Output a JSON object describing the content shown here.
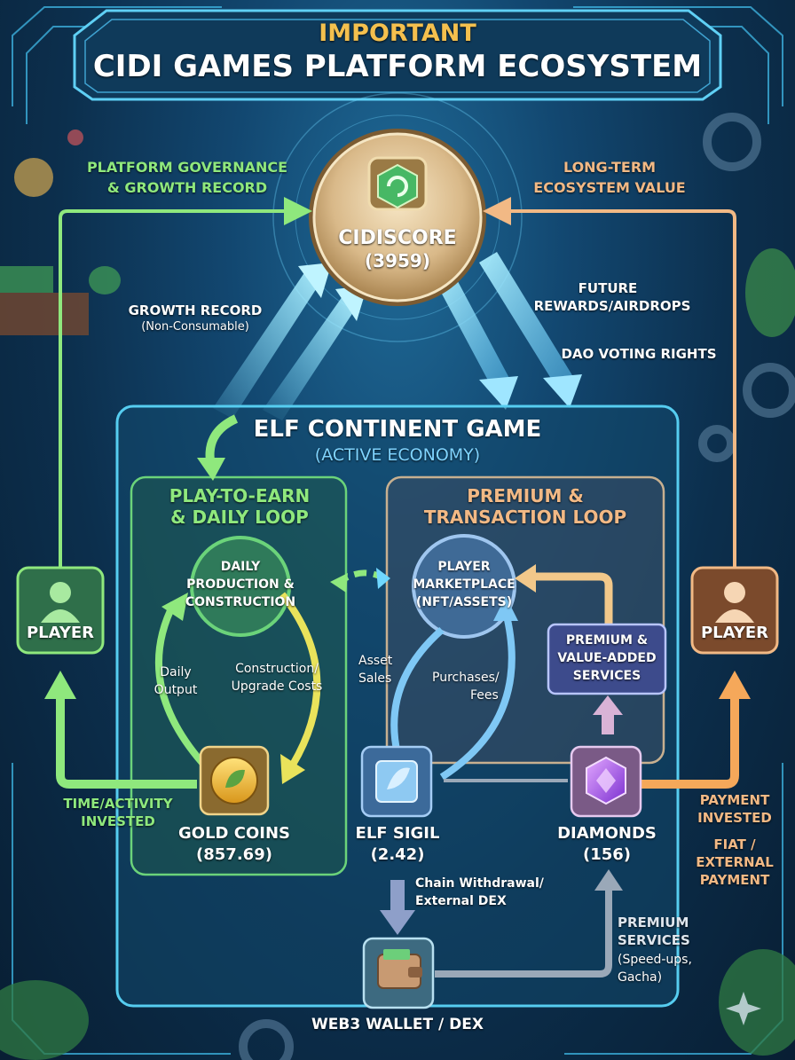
{
  "header": {
    "kicker": "IMPORTANT",
    "title": "CIDI GAMES PLATFORM ECOSYSTEM"
  },
  "cidiscore": {
    "label": "CIDISCORE",
    "value": "(3959)"
  },
  "top_left_label": [
    "PLATFORM GOVERNANCE",
    "& GROWTH RECORD"
  ],
  "top_right_label": [
    "LONG-TERM",
    "ECOSYSTEM VALUE"
  ],
  "growth_record": {
    "title": "GROWTH RECORD",
    "sub": "(Non-Consumable)"
  },
  "future_rewards": [
    "FUTURE",
    "REWARDS/AIRDROPS"
  ],
  "dao_voting": "DAO VOTING RIGHTS",
  "game": {
    "title": "ELF CONTINENT GAME",
    "sub": "(ACTIVE ECONOMY)"
  },
  "p2e_loop": {
    "title": [
      "PLAY-TO-EARN",
      "& DAILY LOOP"
    ]
  },
  "premium_loop": {
    "title": [
      "PREMIUM &",
      "TRANSACTION LOOP"
    ]
  },
  "daily_production": [
    "DAILY",
    "PRODUCTION &",
    "CONSTRUCTION"
  ],
  "daily_output": [
    "Daily",
    "Output"
  ],
  "construction_costs": [
    "Construction/",
    "Upgrade Costs"
  ],
  "marketplace": [
    "PLAYER",
    "MARKETPLACE",
    "(NFT/ASSETS)"
  ],
  "premium_services_box": [
    "PREMIUM &",
    "VALUE-ADDED",
    "SERVICES"
  ],
  "asset_sales": [
    "Asset",
    "Sales"
  ],
  "purchases_fees": [
    "Purchases/",
    "Fees"
  ],
  "player_left": "PLAYER",
  "player_right": "PLAYER",
  "time_activity": [
    "TIME/ACTIVITY",
    "INVESTED"
  ],
  "payment_invested": [
    "PAYMENT",
    "INVESTED"
  ],
  "fiat_payment": [
    "FIAT /",
    "EXTERNAL",
    "PAYMENT"
  ],
  "gold_coins": {
    "label": "GOLD COINS",
    "value": "(857.69)"
  },
  "elf_sigil": {
    "label": "ELF SIGIL",
    "value": "(2.42)"
  },
  "diamonds": {
    "label": "DIAMONDS",
    "value": "(156)"
  },
  "chain_withdrawal": [
    "Chain Withdrawal/",
    "External DEX"
  ],
  "premium_services_note": [
    "PREMIUM",
    "SERVICES",
    "(Speed-ups,",
    "Gacha)"
  ],
  "wallet": "WEB3 WALLET / DEX",
  "colors": {
    "accent_gold": "#f4c04e",
    "green": "#8fe87d",
    "peach": "#f2b985",
    "cyan": "#6fd8ff"
  }
}
